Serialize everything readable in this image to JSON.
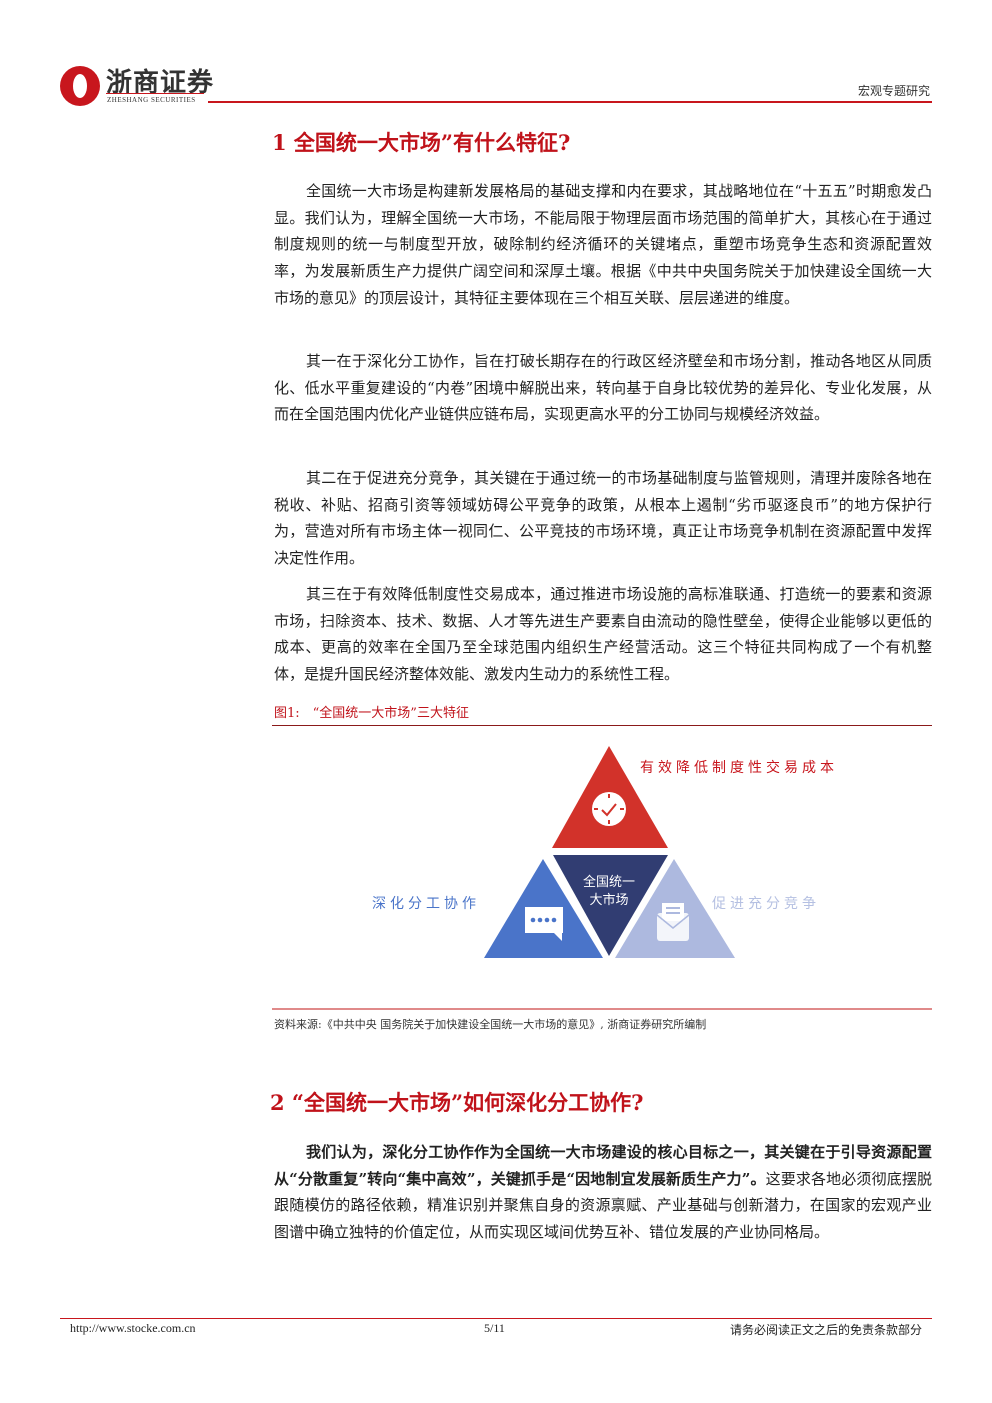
{
  "header": {
    "logo_cn": "浙商证券",
    "logo_en": "ZHESHANG SECURITIES",
    "category": "宏观专题研究"
  },
  "section1": {
    "title": "1 全国统一大市场”有什么特征?",
    "paragraphs": [
      "全国统一大市场是构建新发展格局的基础支撑和内在要求，其战略地位在“十五五”时期愈发凸显。我们认为，理解全国统一大市场，不能局限于物理层面市场范围的简单扩大，其核心在于通过制度规则的统一与制度型开放，破除制约经济循环的关键堵点，重塑市场竞争生态和资源配置效率，为发展新质生产力提供广阔空间和深厚土壤。根据《中共中央国务院关于加快建设全国统一大市场的意见》的顶层设计，其特征主要体现在三个相互关联、层层递进的维度。",
      "其一在于深化分工协作，旨在打破长期存在的行政区经济壁垒和市场分割，推动各地区从同质化、低水平重复建设的“内卷”困境中解脱出来，转向基于自身比较优势的差异化、专业化发展，从而在全国范围内优化产业链供应链布局，实现更高水平的分工协同与规模经济效益。",
      "其二在于促进充分竞争，其关键在于通过统一的市场基础制度与监管规则，清理并废除各地在税收、补贴、招商引资等领域妨碍公平竞争的政策，从根本上遏制“劣币驱逐良币”的地方保护行为，营造对所有市场主体一视同仁、公平竞技的市场环境，真正让市场竞争机制在资源配置中发挥决定性作用。",
      "其三在于有效降低制度性交易成本，通过推进市场设施的高标准联通、打造统一的要素和资源市场，扫除资本、技术、数据、人才等先进生产要素自由流动的隐性壁垒，使得企业能够以更低的成本、更高的效率在全国乃至全球范围内组织生产经营活动。这三个特征共同构成了一个有机整体，是提升国民经济整体效能、激发内生动力的系统性工程。"
    ]
  },
  "figure1": {
    "caption": "图1:　“全国统一大市场”三大特征",
    "center": [
      "全国统一",
      "大市场"
    ],
    "top_label": "有效降低制度性交易成本",
    "left_label": "深化分工协作",
    "right_label": "促进充分竞争",
    "colors": {
      "top": "#d2322a",
      "center": "#313d72",
      "left": "#4a74c9",
      "right": "#adb9df"
    },
    "source": "资料来源:《中共中央 国务院关于加快建设全国统一大市场的意见》, 浙商证券研究所编制"
  },
  "section2": {
    "title": "2 “全国统一大市场”如何深化分工协作?",
    "bold_text": "我们认为，深化分工协作作为全国统一大市场建设的核心目标之一，其关键在于引导资源配置从“分散重复”转向“集中高效”，关键抓手是“因地制宜发展新质生产力”。",
    "normal_text": "这要求各地必须彻底摆脱跟随模仿的路径依赖，精准识别并聚焦自身的资源禀赋、产业基础与创新潜力，在国家的宏观产业图谱中确立独特的价值定位，从而实现区域间优势互补、错位发展的产业协同格局。"
  },
  "footer": {
    "url": "http://www.stocke.com.cn",
    "page": "5/11",
    "disclaimer": "请务必阅读正文之后的免责条款部分"
  }
}
